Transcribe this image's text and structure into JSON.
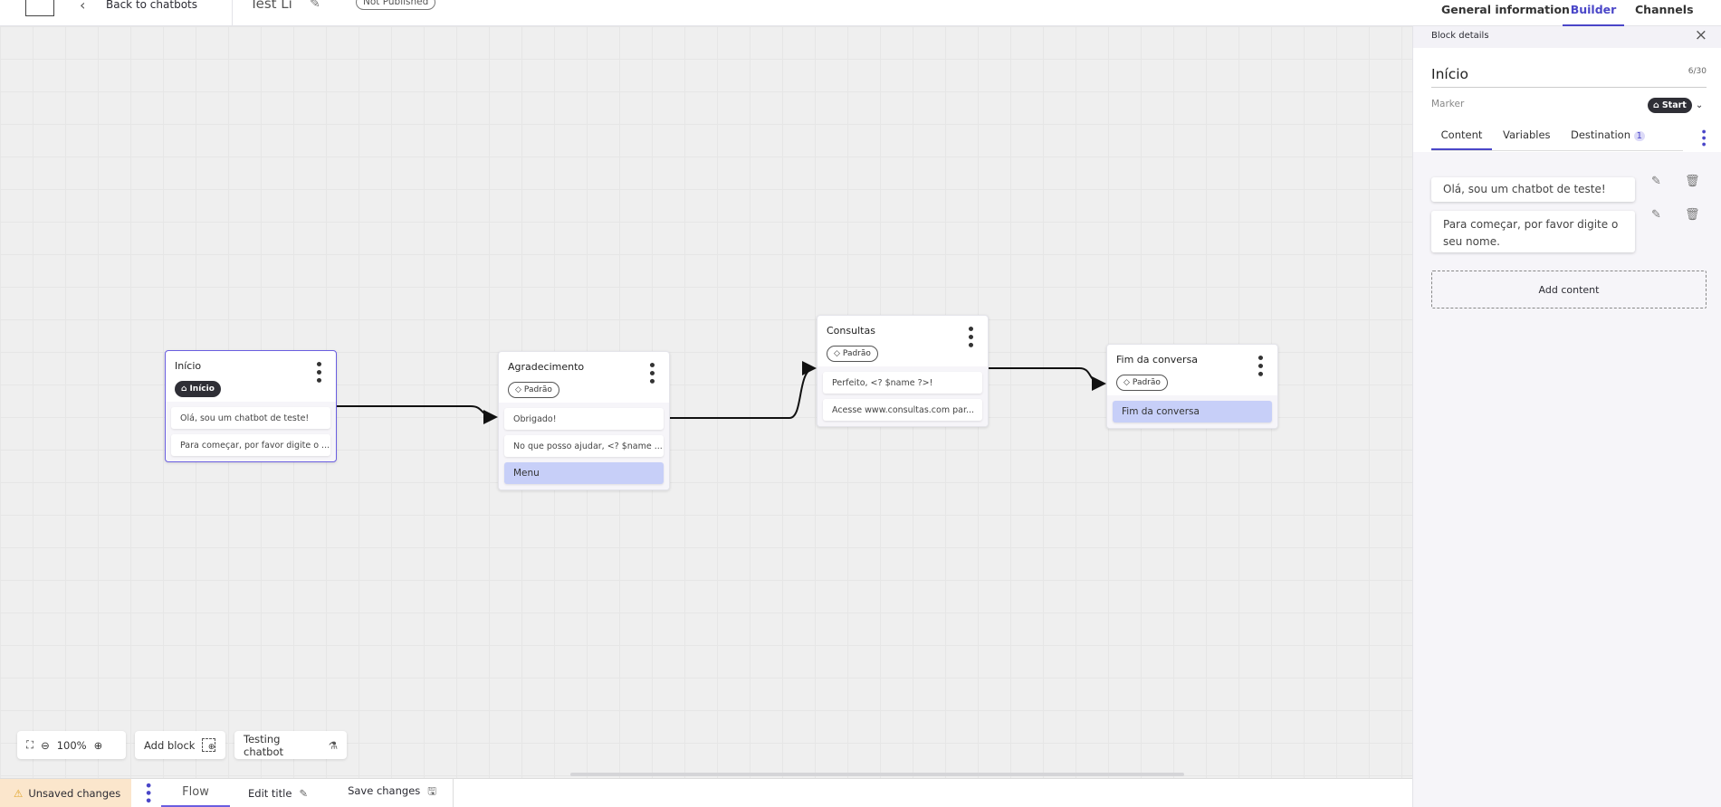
{
  "header": {
    "back_label": "Back to chatbots",
    "chatbot_title": "Test Li",
    "status_badge": "Not Published",
    "tabs": [
      {
        "label": "General information"
      },
      {
        "label": "Builder",
        "active": true
      },
      {
        "label": "Channels"
      }
    ]
  },
  "accent_color": "#4a46c8",
  "nodes": [
    {
      "title": "Início",
      "badge": "Início",
      "badge_icon": "home-icon",
      "items": [
        "Olá, sou um chatbot de teste!",
        "Para começar, por favor digite o ..."
      ]
    },
    {
      "title": "Agradecimento",
      "badge": "Padrão",
      "badge_icon": "tag-icon",
      "items": [
        "Obrigado!",
        "No que posso ajudar, <? $name ..."
      ],
      "action": "Menu"
    },
    {
      "title": "Consultas",
      "badge": "Padrão",
      "badge_icon": "tag-icon",
      "items": [
        "Perfeito, <? $name ?>!",
        "Acesse www.consultas.com par..."
      ]
    },
    {
      "title": "Fim da conversa",
      "badge": "Padrão",
      "badge_icon": "tag-icon",
      "action": "Fim da conversa"
    }
  ],
  "controls": {
    "zoom": "100%",
    "add_block": "Add block",
    "testing": "Testing chatbot"
  },
  "bottom": {
    "unsaved": "Unsaved changes",
    "flow_tab": "Flow",
    "edit_title": "Edit title",
    "save": "Save changes"
  },
  "panel": {
    "header": "Block details",
    "title": "Início",
    "counter": "6/30",
    "marker_label": "Marker",
    "marker_value": "Start",
    "tabs": [
      {
        "label": "Content"
      },
      {
        "label": "Variables"
      },
      {
        "label": "Destination",
        "count": "1"
      }
    ],
    "contents": [
      "Olá, sou um chatbot de teste!",
      "Para começar, por favor digite o seu nome."
    ],
    "add_content": "Add content"
  }
}
